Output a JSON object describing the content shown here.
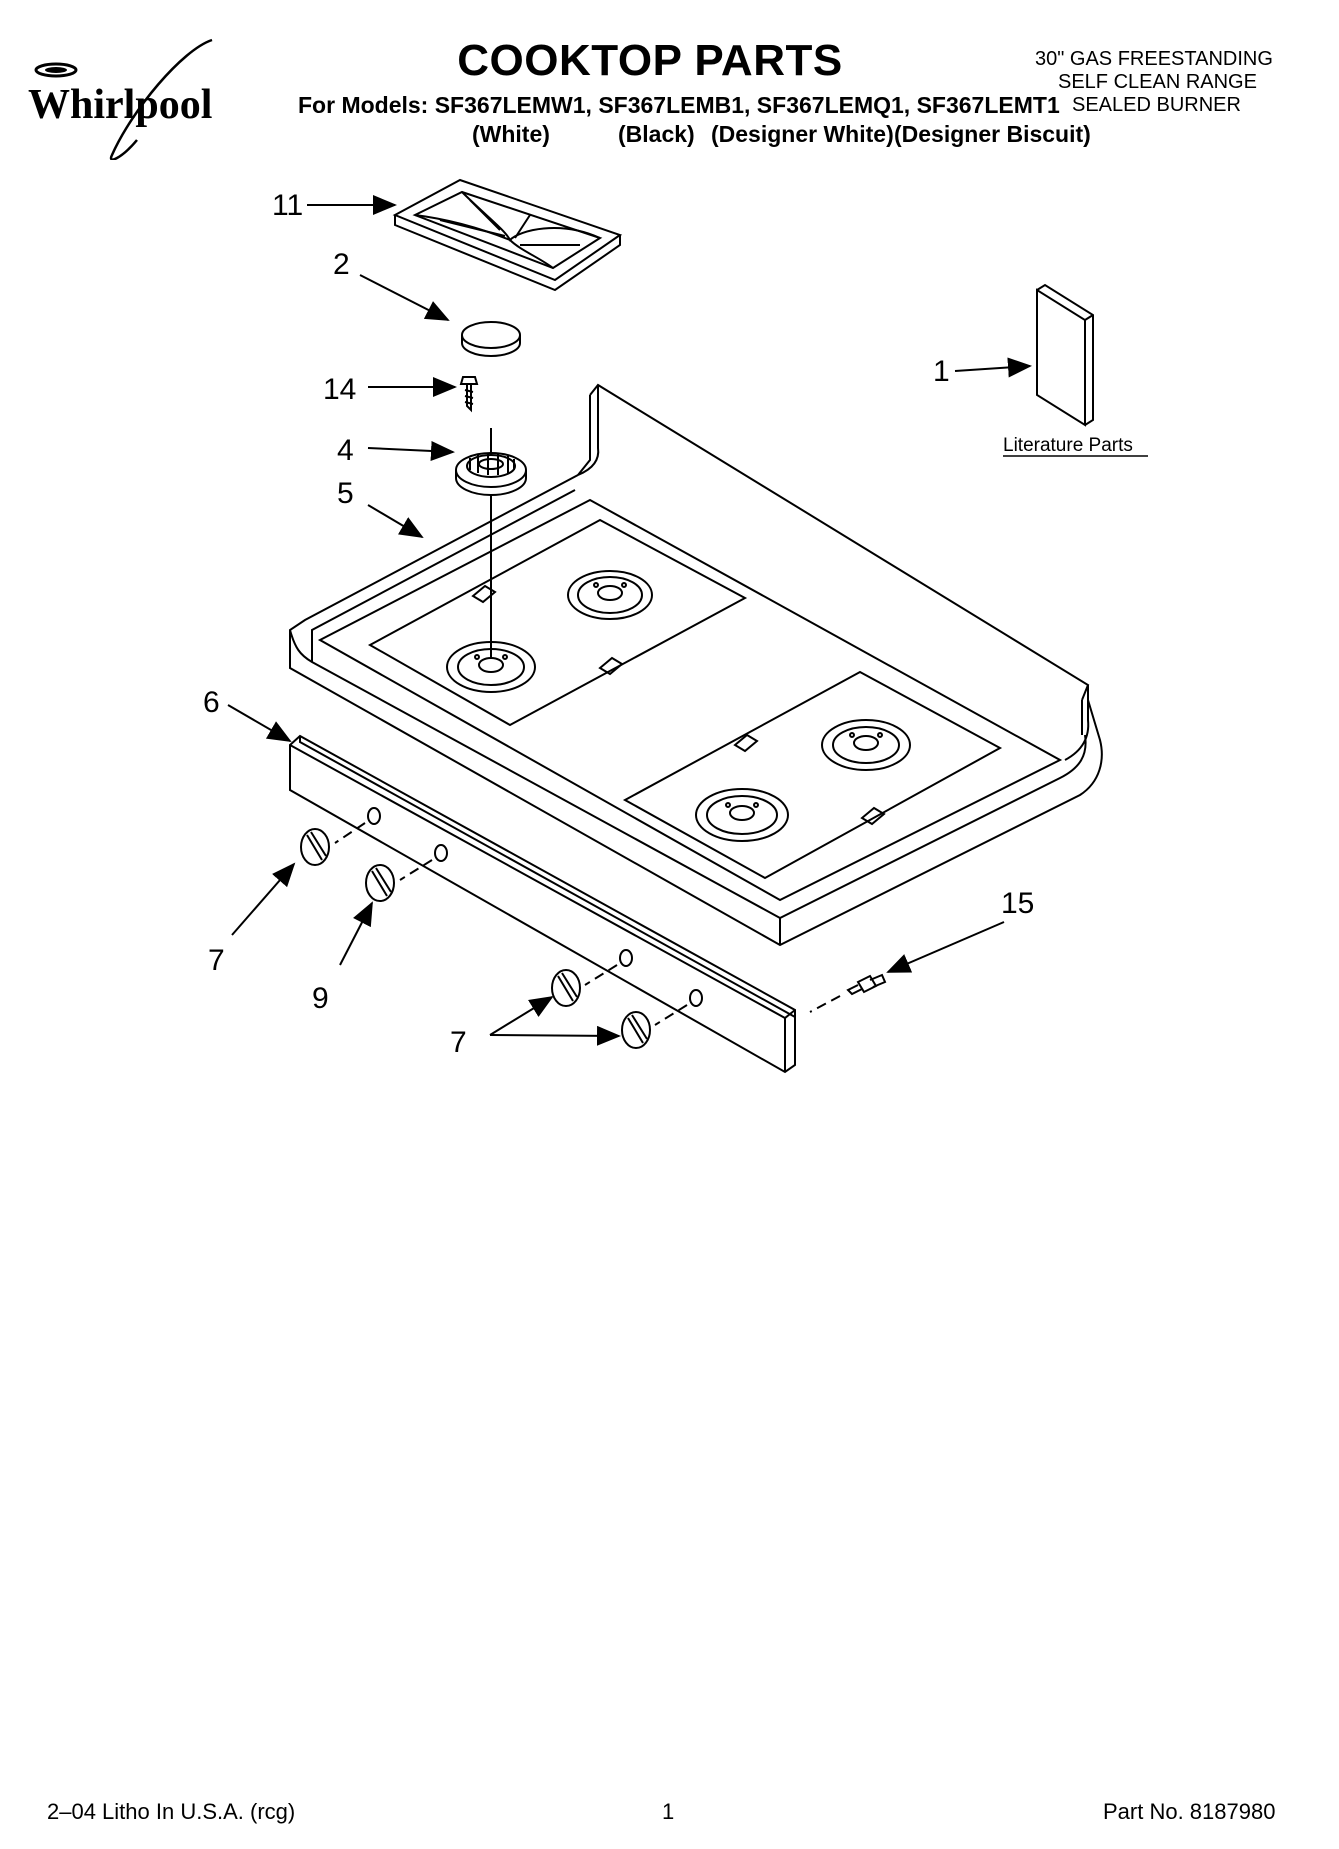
{
  "header": {
    "brand": "Whirlpool",
    "title": "COOKTOP PARTS",
    "models_line": "For Models: SF367LEMW1, SF367LEMB1, SF367LEMQ1, SF367LEMT1",
    "colors": [
      "(White)",
      "(Black)",
      "(Designer White)",
      "(Designer Biscuit)"
    ],
    "range_info": [
      "30\" GAS FREESTANDING",
      "SELF CLEAN RANGE",
      "SEALED BURNER"
    ]
  },
  "callouts": {
    "c11": "11",
    "c2": "2",
    "c14": "14",
    "c4": "4",
    "c5": "5",
    "c1": "1",
    "c6": "6",
    "c7a": "7",
    "c9": "9",
    "c7b": "7",
    "c15": "15"
  },
  "literature_label": "Literature Parts",
  "footer": {
    "left": "2–04 Litho In U.S.A. (rcg)",
    "page": "1",
    "part_no": "Part No. 8187980"
  }
}
